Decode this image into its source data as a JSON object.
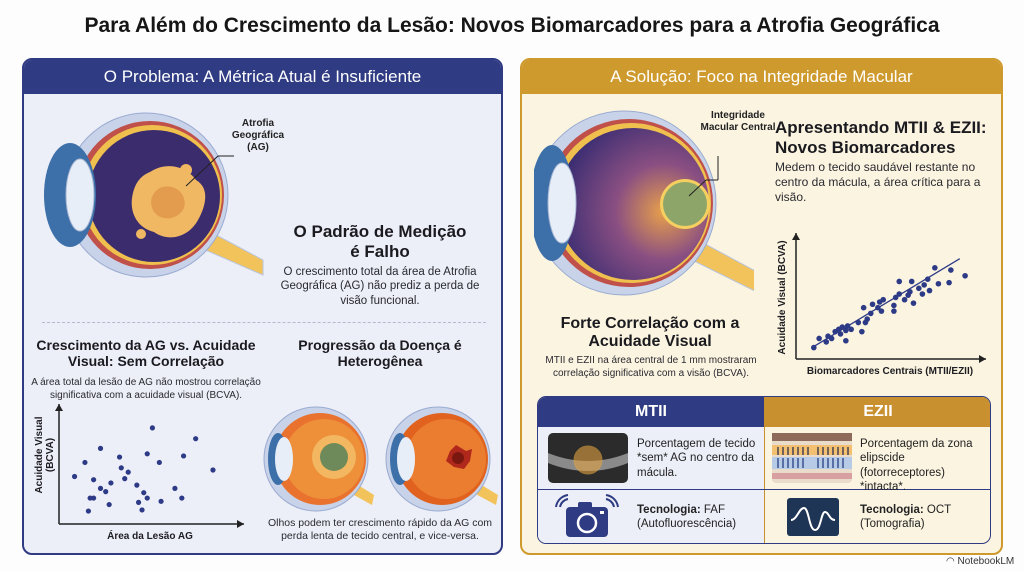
{
  "title": "Para Além do Crescimento da Lesão: Novos Biomarcadores para a Atrofia Geográfica",
  "left": {
    "header": "O Problema: A Métrica Atual é Insuficiente",
    "eye_label": "Atrofia Geográfica (AG)",
    "heading": "O Padrão de Medição é Falho",
    "text": "O crescimento total da área de Atrofia Geográfica (AG) não prediz a perda de visão funcional.",
    "chart_heading": "Crescimento da AG vs. Acuidade Visual: Sem Correlação",
    "chart_text": "A área total da lesão de AG não mostrou correlação significativa com a acuidade visual (BCVA).",
    "progress_heading": "Progressão da Doença é Heterogênea",
    "progress_text": "Olhos podem ter crescimento rápido da AG com perda lenta de tecido central, e vice-versa."
  },
  "right": {
    "header": "A Solução: Foco na Integridade Macular",
    "eye_label": "Integridade Macular Central",
    "heading": "Apresentando MTII & EZII: Novos Biomarcadores",
    "text": "Medem o tecido saudável restante no centro da mácula, a área crítica para a visão.",
    "corr_heading": "Forte Correlação com a Acuidade Visual",
    "corr_text": "MTII e EZII na área central de 1 mm mostraram correlação significativa com a visão (BCVA).",
    "table": {
      "mtii": {
        "title": "MTII",
        "desc": "Porcentagem de tecido *sem* AG no centro da mácula.",
        "tech_label": "Tecnologia:",
        "tech": "FAF (Autofluorescência)"
      },
      "ezii": {
        "title": "EZII",
        "desc": "Porcentagem da zona elipscide (fotorreceptores) *intacta*.",
        "tech_label": "Tecnologia:",
        "tech": "OCT (Tomografia)"
      }
    }
  },
  "footer": "NotebookLM",
  "colors": {
    "navy": "#2f3b82",
    "gold": "#cf9a2d",
    "dot": "#2d3a86"
  },
  "chart_data": [
    {
      "type": "scatter",
      "title": "",
      "xlabel": "Área da Lesão AG",
      "ylabel": "Acuidade Visual (BCVA)",
      "xlim": [
        0,
        100
      ],
      "ylim": [
        0,
        100
      ],
      "points": [
        [
          54,
          89
        ],
        [
          79,
          79
        ],
        [
          24,
          70
        ],
        [
          51,
          65
        ],
        [
          35,
          62
        ],
        [
          72,
          63
        ],
        [
          58,
          57
        ],
        [
          15,
          57
        ],
        [
          36,
          52
        ],
        [
          40,
          48
        ],
        [
          9,
          44
        ],
        [
          20,
          41
        ],
        [
          38,
          42
        ],
        [
          89,
          50
        ],
        [
          30,
          38
        ],
        [
          45,
          36
        ],
        [
          24,
          33
        ],
        [
          27,
          30
        ],
        [
          67,
          33
        ],
        [
          49,
          29
        ],
        [
          20,
          24
        ],
        [
          51,
          24
        ],
        [
          59,
          21
        ],
        [
          71,
          24
        ],
        [
          18,
          24
        ],
        [
          46,
          20
        ],
        [
          29,
          18
        ],
        [
          17,
          12
        ],
        [
          48,
          13
        ]
      ]
    },
    {
      "type": "scatter",
      "title": "",
      "xlabel": "Biomarcadores Centrais (MTII/EZII)",
      "ylabel": "Acuidade Visual (BCVA)",
      "xlim": [
        0,
        100
      ],
      "ylim": [
        0,
        100
      ],
      "trendline": [
        [
          9,
          10
        ],
        [
          92,
          88
        ]
      ],
      "points": [
        [
          10,
          10
        ],
        [
          13,
          18
        ],
        [
          17,
          15
        ],
        [
          18,
          20
        ],
        [
          20,
          18
        ],
        [
          22,
          24
        ],
        [
          24,
          26
        ],
        [
          25,
          22
        ],
        [
          26,
          28
        ],
        [
          28,
          25
        ],
        [
          28,
          16
        ],
        [
          29,
          29
        ],
        [
          31,
          26
        ],
        [
          35,
          32
        ],
        [
          37,
          24
        ],
        [
          39,
          32
        ],
        [
          40,
          35
        ],
        [
          38,
          45
        ],
        [
          42,
          40
        ],
        [
          43,
          48
        ],
        [
          46,
          45
        ],
        [
          47,
          50
        ],
        [
          48,
          42
        ],
        [
          49,
          52
        ],
        [
          55,
          47
        ],
        [
          55,
          42
        ],
        [
          56,
          54
        ],
        [
          58,
          57
        ],
        [
          58,
          68
        ],
        [
          61,
          52
        ],
        [
          63,
          56
        ],
        [
          64,
          59
        ],
        [
          65,
          68
        ],
        [
          66,
          49
        ],
        [
          69,
          62
        ],
        [
          71,
          57
        ],
        [
          72,
          65
        ],
        [
          74,
          70
        ],
        [
          75,
          60
        ],
        [
          78,
          80
        ],
        [
          80,
          66
        ],
        [
          86,
          67
        ],
        [
          87,
          78
        ],
        [
          95,
          73
        ]
      ]
    }
  ]
}
